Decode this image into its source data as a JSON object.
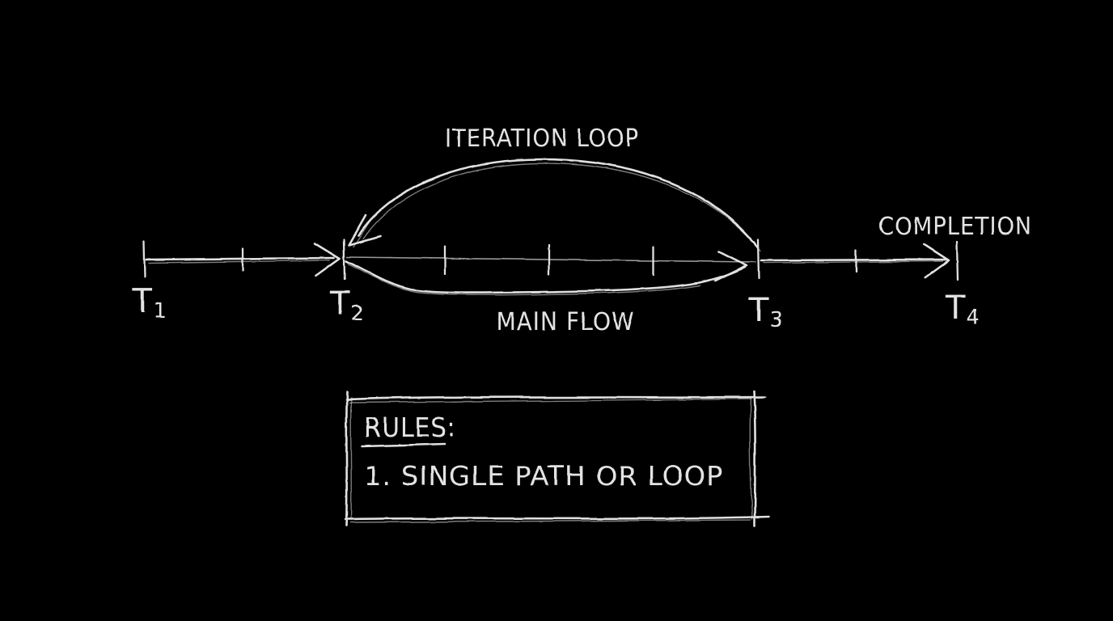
{
  "canvas": {
    "background": "#000000",
    "chalk_color": "#e0e0e0",
    "dim_line_color": "#979797"
  },
  "diagram": {
    "iteration_loop_label": "ITERATION LOOP",
    "main_flow_label": "MAIN FLOW",
    "completion_label": "COMPLETION",
    "timeline_points": [
      {
        "label": "T",
        "sub": "1"
      },
      {
        "label": "T",
        "sub": "2"
      },
      {
        "label": "T",
        "sub": "3"
      },
      {
        "label": "T",
        "sub": "4"
      }
    ]
  },
  "rules_box": {
    "title": "RULES:",
    "items": [
      "1. SINGLE PATH OR LOOP"
    ]
  }
}
